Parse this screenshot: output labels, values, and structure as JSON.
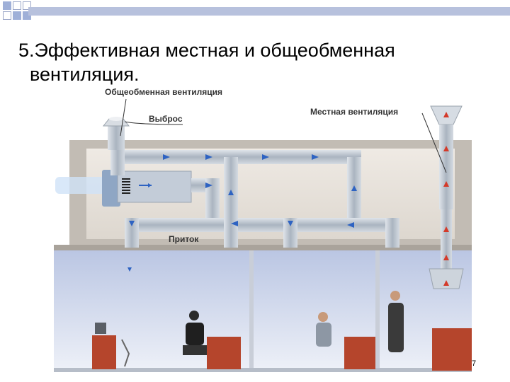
{
  "slide": {
    "title_line1": "5.Эффективная  местная  и  общеобменная",
    "title_line2": "вентиляция.",
    "page_number": "7"
  },
  "diagram": {
    "label_general": "Общеобменная вентиляция",
    "label_exhaust": "Выброс",
    "label_local": "Местная вентиляция",
    "label_supply": "Приток"
  },
  "colors": {
    "deco_fill": "#9fb0d8",
    "deco_bar": "#b7c1dd",
    "wall": "#c9c4bd",
    "room": "#cfd7ea",
    "duct": "#b9c2cc",
    "arrow_blue": "#2e63c2",
    "arrow_red": "#d43a2a"
  }
}
